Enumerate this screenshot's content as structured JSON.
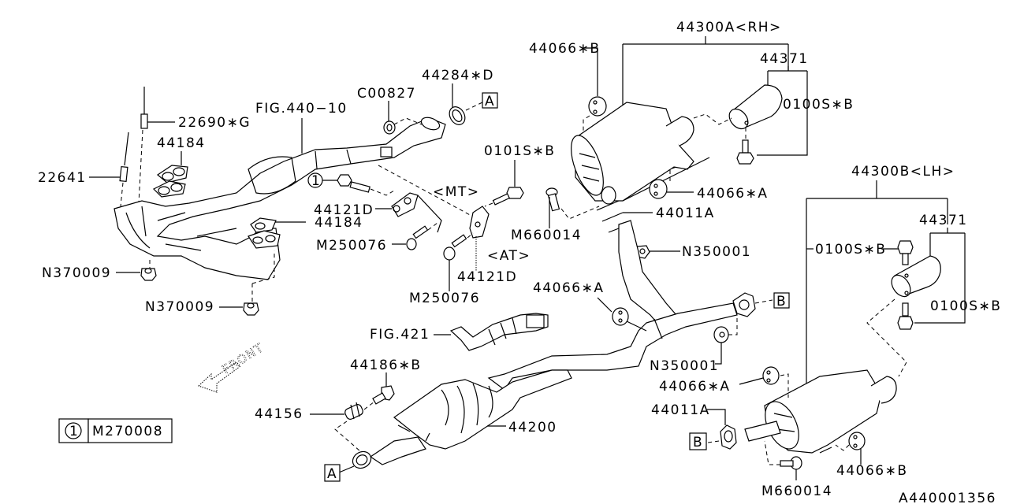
{
  "diagram": {
    "title": "Exhaust system parts diagram",
    "figure_code": "A440001356",
    "front_indicator": "FRONT",
    "legend": {
      "ref_number": "1",
      "part": "M270008"
    },
    "connectors": {
      "A": "A",
      "B": "B"
    },
    "labels": {
      "p22690G": "22690∗G",
      "p44184_top": "44184",
      "p22641": "22641",
      "fig440_10": "FIG.440−10",
      "c00827": "C00827",
      "p44284D": "44284∗D",
      "callout1": "1",
      "p44121D_mt": "44121D",
      "mt": "<MT>",
      "p44184_mid": "44184",
      "m250076_a": "M250076",
      "n370009_a": "N370009",
      "n370009_b": "N370009",
      "p0101SB": "0101S∗B",
      "at": "<AT>",
      "p44121D_at": "44121D",
      "m250076_b": "M250076",
      "p44066B_top": "44066∗B",
      "p44300A": "44300A<RH>",
      "p44371_rh": "44371",
      "p0100SB_rh": "0100S∗B",
      "p44066A_top": "44066∗A",
      "p44011A_top": "44011A",
      "m660014_top": "M660014",
      "n350001_top": "N350001",
      "p44300B": "44300B<LH>",
      "p44371_lh": "44371",
      "p0100SB_lh_a": "0100S∗B",
      "p0100SB_lh_b": "0100S∗B",
      "p44066A_mid": "44066∗A",
      "fig421": "FIG.421",
      "n350001_mid": "N350001",
      "p44066A_low": "44066∗A",
      "p44186B": "44186∗B",
      "p44156": "44156",
      "p44200": "44200",
      "p44011A_low": "44011A",
      "m660014_low": "M660014",
      "p44066B_low": "44066∗B"
    }
  }
}
